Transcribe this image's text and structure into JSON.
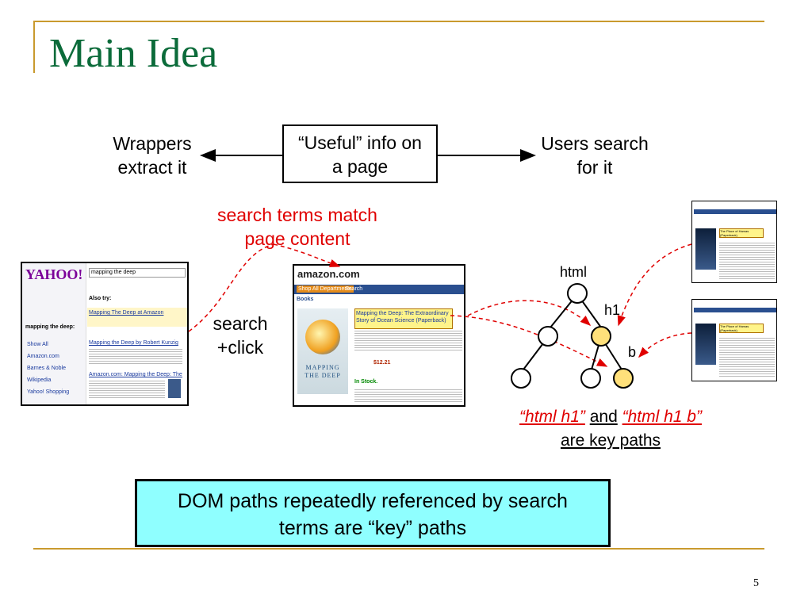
{
  "slide": {
    "title": "Main Idea",
    "page_number": "5"
  },
  "diagram": {
    "center_box": {
      "line1": "“Useful” info on",
      "line2": "a page"
    },
    "left_label": {
      "line1": "Wrappers",
      "line2": "extract it"
    },
    "right_label": {
      "line1": "Users search",
      "line2": "for it"
    },
    "annotation": {
      "line1": "search terms match",
      "line2": "page content"
    },
    "search_click": {
      "line1": "search",
      "line2": "+click"
    },
    "tree": {
      "root": "html",
      "child": "h1",
      "grandchild": "b"
    },
    "key_paths": {
      "path1": "“html h1”",
      "conj": "and",
      "path2": "“html h1 b”",
      "line2": "are key paths"
    }
  },
  "callout": {
    "line1": "DOM paths repeatedly referenced by search",
    "line2": "terms are “key” paths"
  },
  "screens": {
    "yahoo": {
      "logo": "YAHOO!",
      "query": "mapping the deep",
      "also_try": "Also try:",
      "results_count": "mapping the deep:",
      "result1": "Mapping The Deep at Amazon",
      "result2": "Mapping the Deep by Robert Kunzig",
      "result3": "Amazon.com: Mapping the Deep: The Extraordinary Story of ...",
      "sidebar": [
        "Show All",
        "Amazon.com",
        "Barnes & Noble",
        "Wikipedia",
        "Yahoo! Shopping"
      ]
    },
    "amazon": {
      "logo": "amazon.com",
      "tabs": [
        "Shop All Departments",
        "Search",
        "Books"
      ],
      "book_title": "Mapping the Deep: The Extraordinary Story of Ocean Science (Paperback)",
      "cover_line1": "MAPPING",
      "cover_line2": "THE DEEP",
      "price": "$12.21",
      "in_stock": "In Stock."
    },
    "thumb_title": "The Place of Hamas (Paperback)"
  },
  "colors": {
    "title": "#0b6b3a",
    "rule": "#c99a2e",
    "red": "#e00000",
    "callout_bg": "#8fffff",
    "node_fill": "#ffe07a"
  }
}
